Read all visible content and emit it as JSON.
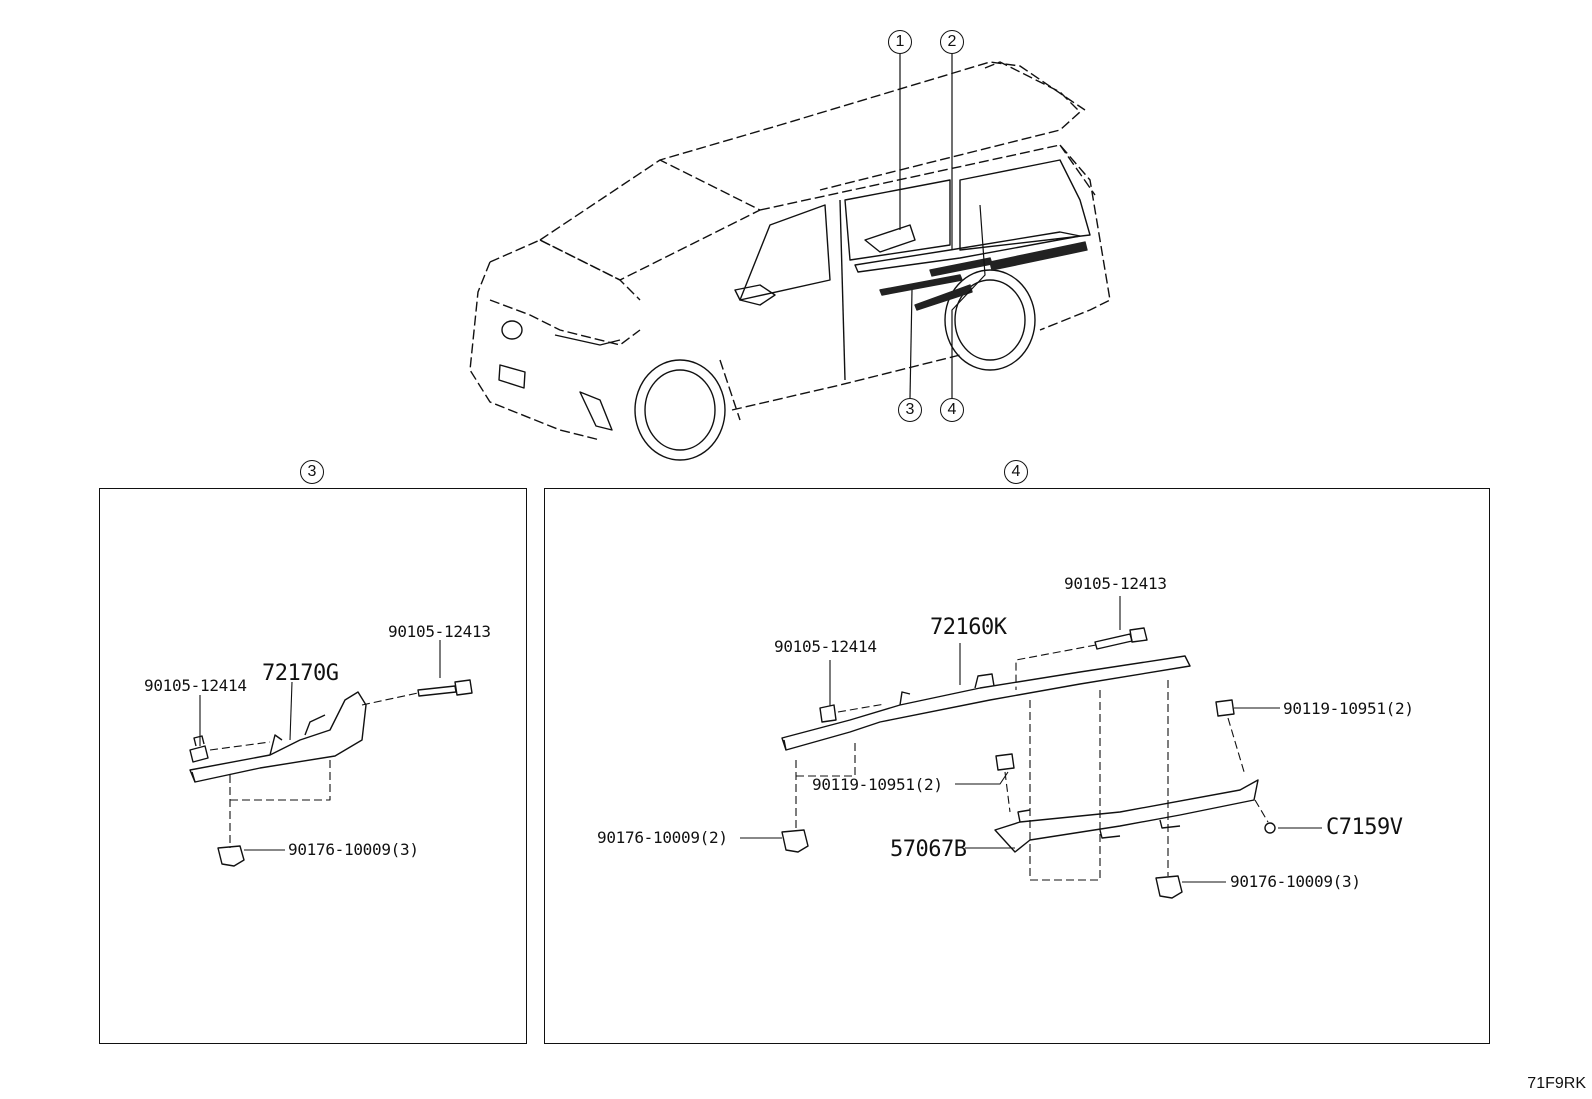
{
  "callouts": {
    "c1": "1",
    "c2": "2",
    "c3": "3",
    "c4": "4"
  },
  "panels": {
    "left": {
      "callout": "3",
      "labels": {
        "bolt_upper": "90105-12413",
        "bolt_lower": "90105-12414",
        "part": "72170G",
        "clip": "90176-10009(3)"
      }
    },
    "right": {
      "callout": "4",
      "labels": {
        "bolt_upper": "90105-12413",
        "bolt_left": "90105-12414",
        "part_upper": "72160K",
        "screw_mid": "90119-10951(2)",
        "screw_right": "90119-10951(2)",
        "clip_left": "90176-10009(2)",
        "part_lower": "57067B",
        "cap": "C7159V",
        "clip_right": "90176-10009(3)"
      }
    }
  },
  "diagram_code": "71F9RK"
}
